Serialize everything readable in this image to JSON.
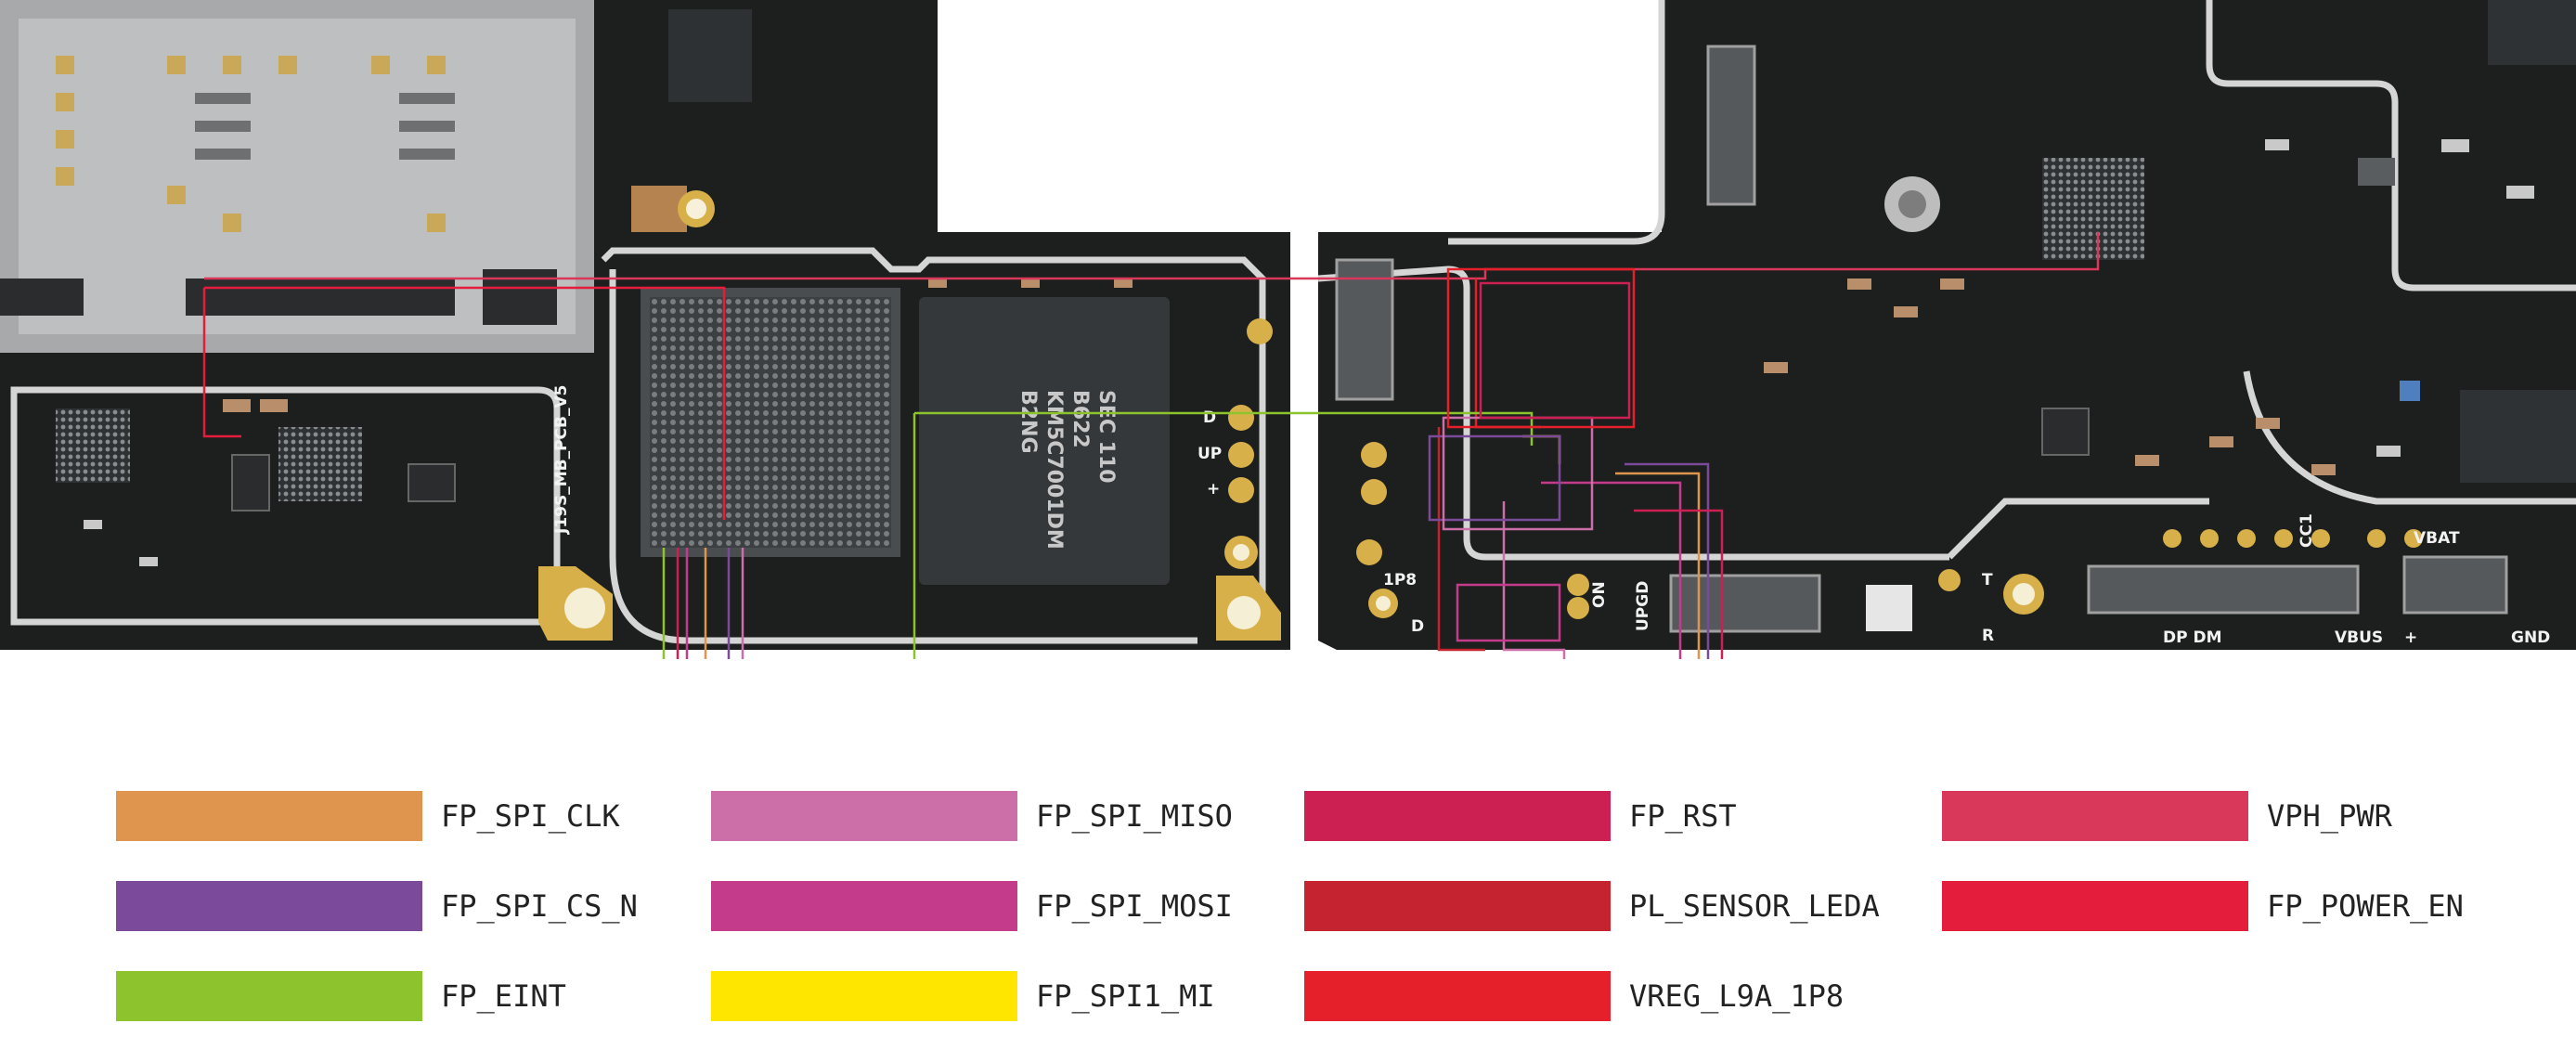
{
  "board": {
    "silkscreen": {
      "pcb_name": "J19S_MB_PCB_V5",
      "emmc_line1": "SEC 110",
      "emmc_line2": "B622",
      "emmc_line3": "KM5C7001DM",
      "emmc_line4": "B2NG",
      "left_pad_d": "D",
      "left_pad_up": "UP",
      "left_pad_plus": "+",
      "mid_1p8": "1P8",
      "mid_d": "D",
      "mid_on": "ON",
      "mid_upgd": "UPGD",
      "mid_t": "T",
      "mid_r": "R",
      "right_cc1": "CC1",
      "right_vbat": "VBAT",
      "right_dp_dm": "DP DM",
      "right_vbus": "VBUS",
      "right_plus": "+",
      "right_gnd": "GND"
    },
    "colors": {
      "pcb": "#1c1f1d",
      "pcb_edge": "#cfcfcf",
      "chip": "#35383a",
      "gold": "#d8b04a",
      "component": "#b98e6a"
    }
  },
  "legend": {
    "items": [
      {
        "label": "FP_SPI_CLK",
        "color": "#e0954f"
      },
      {
        "label": "FP_SPI_MISO",
        "color": "#cc6fa9"
      },
      {
        "label": "FP_RST",
        "color": "#cc1f52"
      },
      {
        "label": "VPH_PWR",
        "color": "#d9385a"
      },
      {
        "label": "FP_SPI_CS_N",
        "color": "#7c4a9b"
      },
      {
        "label": "FP_SPI_MOSI",
        "color": "#c53b8c"
      },
      {
        "label": "PL_SENSOR_LEDA",
        "color": "#c4232f"
      },
      {
        "label": "FP_POWER_EN",
        "color": "#e51d3c"
      },
      {
        "label": "FP_EINT",
        "color": "#8dc32c"
      },
      {
        "label": "FP_SPI1_MI",
        "color": "#ffe600"
      },
      {
        "label": "VREG_L9A_1P8",
        "color": "#e5202b"
      }
    ]
  }
}
